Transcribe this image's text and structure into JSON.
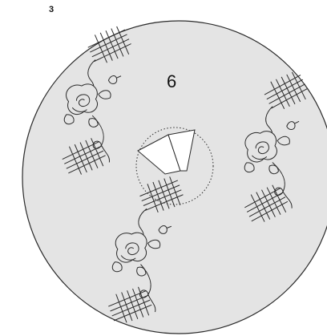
{
  "page": {
    "label": "3"
  },
  "disc": {
    "number": "6",
    "fill_color": "#e4e4e4",
    "stroke_color": "#2a2a2a"
  },
  "center_cutout": {
    "fill_color": "#ffffff",
    "guide_style": "dotted"
  },
  "motifs": [
    {
      "name": "rose-embroidery-top-left"
    },
    {
      "name": "rose-embroidery-right"
    },
    {
      "name": "rose-embroidery-bottom"
    }
  ]
}
